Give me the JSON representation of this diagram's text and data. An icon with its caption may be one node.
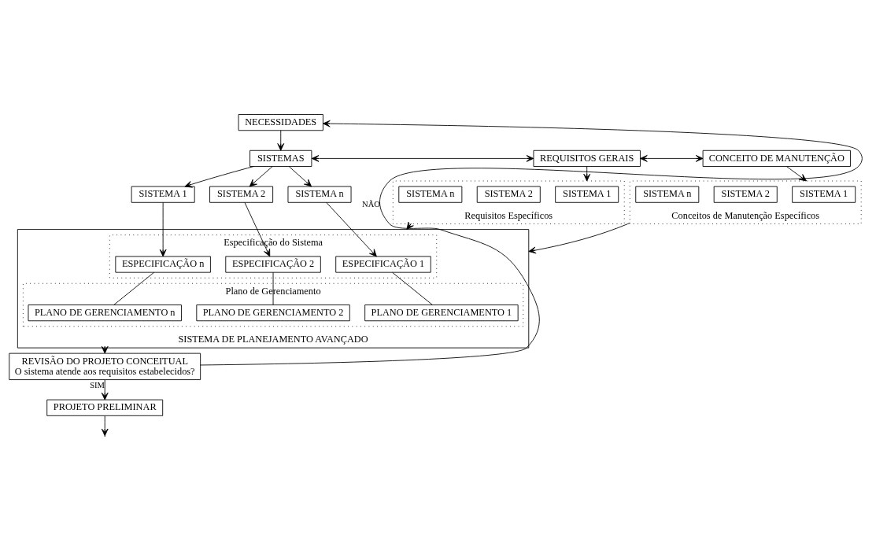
{
  "diagram": {
    "nodes": [
      {
        "text": [
          "NECESSIDADES"
        ]
      },
      {
        "text": [
          "SISTEMAS"
        ]
      },
      {
        "text": [
          "REQUISITOS GERAIS"
        ]
      },
      {
        "text": [
          "CONCEITO DE MANUTENÇÃO"
        ]
      },
      {
        "text": [
          "SISTEMA 1"
        ]
      },
      {
        "text": [
          "SISTEMA 2"
        ]
      },
      {
        "text": [
          "SISTEMA n"
        ]
      },
      {
        "text": [
          "Requisitos Específicos"
        ]
      },
      {
        "text": [
          "SISTEMA 1"
        ],
        "in": 7
      },
      {
        "text": [
          "SISTEMA 2"
        ],
        "in": 7
      },
      {
        "text": [
          "SISTEMA n"
        ],
        "in": 7
      },
      {
        "text": [
          "Conceitos de Manutenção Específicos"
        ]
      },
      {
        "text": [
          "SISTEMA 1"
        ],
        "in": 11
      },
      {
        "text": [
          "SISTEMA 2"
        ],
        "in": 11
      },
      {
        "text": [
          "SISTEMA n"
        ],
        "in": 11
      },
      {
        "text": [
          "SISTEMA DE PLANEJAMENTO AVANÇADO"
        ]
      },
      {
        "text": [
          "Especificação do Sistema"
        ],
        "in": 15
      },
      {
        "text": [
          "ESPECIFICAÇÃO 1"
        ],
        "in": 16
      },
      {
        "text": [
          "ESPECIFICAÇÃO 2"
        ],
        "in": 16
      },
      {
        "text": [
          "ESPECIFICAÇÃO n"
        ],
        "in": 16
      },
      {
        "text": [
          "Plano de Gerenciamento"
        ],
        "in": 15
      },
      {
        "text": [
          "PLANO DE GERENCIAMENTO 1"
        ],
        "in": 20
      },
      {
        "text": [
          "PLANO DE GERENCIAMENTO 2"
        ],
        "in": 20
      },
      {
        "text": [
          "PLANO DE GERENCIAMENTO n"
        ],
        "in": 20
      },
      {
        "text": [
          "REVISÃO DO PROJETO CONCEITUAL",
          "O sistema atende aos requisitos estabelecidos?"
        ]
      },
      {
        "text": [
          "PROJETO PRELIMINAR"
        ]
      }
    ],
    "edges": [
      {
        "from": 0,
        "to": 1,
        "arrow": "to"
      },
      {
        "from": 1,
        "to": 2,
        "arrow": "both"
      },
      {
        "from": 2,
        "to": 3,
        "arrow": "both"
      },
      {
        "from": 1,
        "to": 4,
        "arrow": "to"
      },
      {
        "from": 1,
        "to": 5,
        "arrow": "to"
      },
      {
        "from": 1,
        "to": 6,
        "arrow": "to"
      },
      {
        "from": 2,
        "to": 7,
        "arrow": "to"
      },
      {
        "from": 3,
        "to": 11,
        "arrow": "to"
      },
      {
        "from": 7,
        "to": 15,
        "arrow": "to"
      },
      {
        "from": 11,
        "to": 15,
        "arrow": "to"
      },
      {
        "from": 6,
        "to": 17,
        "arrow": "to"
      },
      {
        "from": 5,
        "to": 18,
        "arrow": "to"
      },
      {
        "from": 4,
        "to": 19,
        "arrow": "to"
      },
      {
        "from": 17,
        "to": 21,
        "arrow": "none"
      },
      {
        "from": 18,
        "to": 22,
        "arrow": "none"
      },
      {
        "from": 19,
        "to": 23,
        "arrow": "none"
      },
      {
        "from": 15,
        "to": 24,
        "arrow": "to"
      },
      {
        "from": 24,
        "to": 25,
        "label": "SIM",
        "arrow": "to"
      },
      {
        "from": 24,
        "to": 0,
        "label": "NÃO",
        "arrow": "to"
      },
      {
        "from": 25,
        "to": null,
        "arrow": "to"
      }
    ]
  }
}
